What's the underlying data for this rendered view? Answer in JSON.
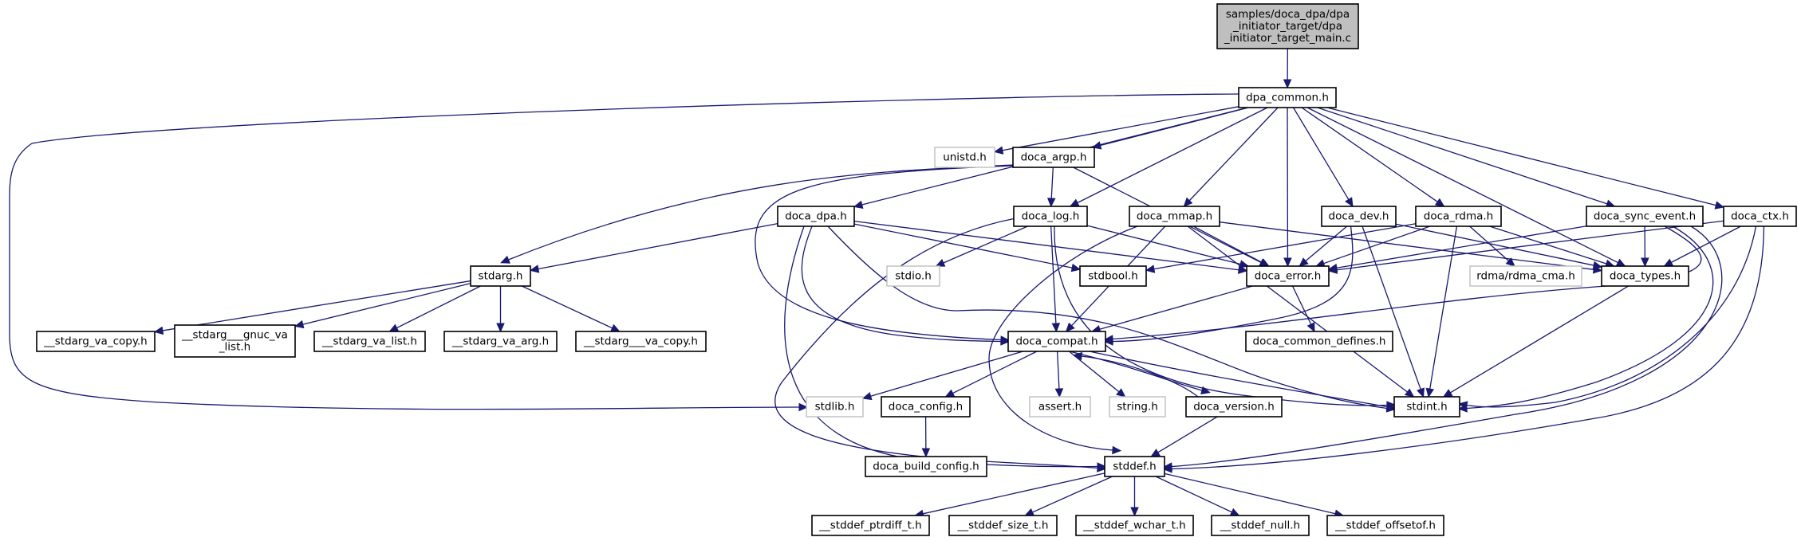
{
  "title": "Include dependency graph for dpa_initiator_target_main.c",
  "colors": {
    "edge": "#191970",
    "root_fill": "#bfbfbf",
    "node_border": "#000000",
    "external_border": "#bfbfbf"
  },
  "nodes": [
    {
      "id": "root",
      "label": [
        "samples/doca_dpa/dpa",
        "_initiator_target/dpa",
        "_initiator_target_main.c"
      ],
      "kind": "root"
    },
    {
      "id": "dpa_common",
      "label": [
        "dpa_common.h"
      ],
      "kind": "documented"
    },
    {
      "id": "unistd",
      "label": [
        "unistd.h"
      ],
      "kind": "external"
    },
    {
      "id": "doca_argp",
      "label": [
        "doca_argp.h"
      ],
      "kind": "documented"
    },
    {
      "id": "doca_dpa",
      "label": [
        "doca_dpa.h"
      ],
      "kind": "documented"
    },
    {
      "id": "doca_log",
      "label": [
        "doca_log.h"
      ],
      "kind": "documented"
    },
    {
      "id": "doca_mmap",
      "label": [
        "doca_mmap.h"
      ],
      "kind": "documented"
    },
    {
      "id": "doca_dev",
      "label": [
        "doca_dev.h"
      ],
      "kind": "documented"
    },
    {
      "id": "doca_rdma",
      "label": [
        "doca_rdma.h"
      ],
      "kind": "documented"
    },
    {
      "id": "doca_sync_event",
      "label": [
        "doca_sync_event.h"
      ],
      "kind": "documented"
    },
    {
      "id": "doca_ctx",
      "label": [
        "doca_ctx.h"
      ],
      "kind": "documented"
    },
    {
      "id": "stdarg",
      "label": [
        "stdarg.h"
      ],
      "kind": "documented"
    },
    {
      "id": "stdio",
      "label": [
        "stdio.h"
      ],
      "kind": "external"
    },
    {
      "id": "stdbool",
      "label": [
        "stdbool.h"
      ],
      "kind": "documented"
    },
    {
      "id": "doca_error",
      "label": [
        "doca_error.h"
      ],
      "kind": "documented"
    },
    {
      "id": "rdma_cma",
      "label": [
        "rdma/rdma_cma.h"
      ],
      "kind": "external"
    },
    {
      "id": "doca_types",
      "label": [
        "doca_types.h"
      ],
      "kind": "documented"
    },
    {
      "id": "stdarg_va_copy",
      "label": [
        "__stdarg_va_copy.h"
      ],
      "kind": "documented"
    },
    {
      "id": "stdarg_gnuc_va_list",
      "label": [
        "__stdarg___gnuc_va",
        "_list.h"
      ],
      "kind": "documented"
    },
    {
      "id": "stdarg_va_list",
      "label": [
        "__stdarg_va_list.h"
      ],
      "kind": "documented"
    },
    {
      "id": "stdarg_va_arg",
      "label": [
        "__stdarg_va_arg.h"
      ],
      "kind": "documented"
    },
    {
      "id": "stdarg___va_copy",
      "label": [
        "__stdarg___va_copy.h"
      ],
      "kind": "documented"
    },
    {
      "id": "doca_compat",
      "label": [
        "doca_compat.h"
      ],
      "kind": "documented"
    },
    {
      "id": "doca_common_defines",
      "label": [
        "doca_common_defines.h"
      ],
      "kind": "documented"
    },
    {
      "id": "stdlib",
      "label": [
        "stdlib.h"
      ],
      "kind": "external"
    },
    {
      "id": "doca_config",
      "label": [
        "doca_config.h"
      ],
      "kind": "documented"
    },
    {
      "id": "assert",
      "label": [
        "assert.h"
      ],
      "kind": "external"
    },
    {
      "id": "string",
      "label": [
        "string.h"
      ],
      "kind": "external"
    },
    {
      "id": "doca_version",
      "label": [
        "doca_version.h"
      ],
      "kind": "documented"
    },
    {
      "id": "stdint",
      "label": [
        "stdint.h"
      ],
      "kind": "documented"
    },
    {
      "id": "doca_build_config",
      "label": [
        "doca_build_config.h"
      ],
      "kind": "documented"
    },
    {
      "id": "stddef",
      "label": [
        "stddef.h"
      ],
      "kind": "documented"
    },
    {
      "id": "stddef_ptrdiff_t",
      "label": [
        "__stddef_ptrdiff_t.h"
      ],
      "kind": "documented"
    },
    {
      "id": "stddef_size_t",
      "label": [
        "__stddef_size_t.h"
      ],
      "kind": "documented"
    },
    {
      "id": "stddef_wchar_t",
      "label": [
        "__stddef_wchar_t.h"
      ],
      "kind": "documented"
    },
    {
      "id": "stddef_null",
      "label": [
        "__stddef_null.h"
      ],
      "kind": "documented"
    },
    {
      "id": "stddef_offsetof",
      "label": [
        "__stddef_offsetof.h"
      ],
      "kind": "documented"
    }
  ],
  "edges": [
    [
      "root",
      "dpa_common"
    ],
    [
      "dpa_common",
      "unistd"
    ],
    [
      "dpa_common",
      "doca_argp"
    ],
    [
      "dpa_common",
      "doca_dpa"
    ],
    [
      "dpa_common",
      "doca_log"
    ],
    [
      "dpa_common",
      "doca_mmap"
    ],
    [
      "dpa_common",
      "doca_error"
    ],
    [
      "dpa_common",
      "doca_dev"
    ],
    [
      "dpa_common",
      "doca_rdma"
    ],
    [
      "dpa_common",
      "doca_types"
    ],
    [
      "dpa_common",
      "doca_sync_event"
    ],
    [
      "dpa_common",
      "doca_ctx"
    ],
    [
      "dpa_common",
      "stdlib"
    ],
    [
      "doca_argp",
      "stdarg"
    ],
    [
      "doca_argp",
      "doca_log"
    ],
    [
      "doca_argp",
      "doca_error"
    ],
    [
      "doca_argp",
      "doca_compat"
    ],
    [
      "doca_dpa",
      "stdarg"
    ],
    [
      "doca_dpa",
      "stdbool"
    ],
    [
      "doca_dpa",
      "doca_error"
    ],
    [
      "doca_dpa",
      "doca_compat"
    ],
    [
      "doca_dpa",
      "stdint"
    ],
    [
      "doca_dpa",
      "stddef"
    ],
    [
      "doca_log",
      "stdio"
    ],
    [
      "doca_log",
      "doca_error"
    ],
    [
      "doca_log",
      "doca_compat"
    ],
    [
      "doca_log",
      "stdint"
    ],
    [
      "doca_log",
      "stddef"
    ],
    [
      "doca_mmap",
      "doca_error"
    ],
    [
      "doca_mmap",
      "doca_compat"
    ],
    [
      "doca_mmap",
      "doca_types"
    ],
    [
      "doca_mmap",
      "stdint"
    ],
    [
      "doca_mmap",
      "stddef"
    ],
    [
      "doca_dev",
      "doca_error"
    ],
    [
      "doca_dev",
      "doca_compat"
    ],
    [
      "doca_dev",
      "doca_types"
    ],
    [
      "doca_dev",
      "stdint"
    ],
    [
      "doca_rdma",
      "stdbool"
    ],
    [
      "doca_rdma",
      "doca_error"
    ],
    [
      "doca_rdma",
      "rdma_cma"
    ],
    [
      "doca_rdma",
      "doca_types"
    ],
    [
      "doca_rdma",
      "stdint"
    ],
    [
      "doca_sync_event",
      "doca_error"
    ],
    [
      "doca_sync_event",
      "doca_types"
    ],
    [
      "doca_sync_event",
      "doca_compat"
    ],
    [
      "doca_sync_event",
      "stdint"
    ],
    [
      "doca_sync_event",
      "stddef"
    ],
    [
      "doca_ctx",
      "doca_error"
    ],
    [
      "doca_ctx",
      "doca_types"
    ],
    [
      "doca_ctx",
      "stdint"
    ],
    [
      "doca_ctx",
      "stddef"
    ],
    [
      "stdarg",
      "stdarg_va_copy"
    ],
    [
      "stdarg",
      "stdarg_gnuc_va_list"
    ],
    [
      "stdarg",
      "stdarg_va_list"
    ],
    [
      "stdarg",
      "stdarg_va_arg"
    ],
    [
      "stdarg",
      "stdarg___va_copy"
    ],
    [
      "doca_error",
      "doca_compat"
    ],
    [
      "doca_error",
      "doca_common_defines"
    ],
    [
      "doca_types",
      "stdint"
    ],
    [
      "doca_compat",
      "stdlib"
    ],
    [
      "doca_compat",
      "doca_config"
    ],
    [
      "doca_compat",
      "assert"
    ],
    [
      "doca_compat",
      "string"
    ],
    [
      "doca_compat",
      "doca_version"
    ],
    [
      "doca_compat",
      "stdint"
    ],
    [
      "doca_version",
      "doca_compat"
    ],
    [
      "doca_version",
      "stddef"
    ],
    [
      "doca_config",
      "doca_build_config"
    ],
    [
      "stddef",
      "stddef_ptrdiff_t"
    ],
    [
      "stddef",
      "stddef_size_t"
    ],
    [
      "stddef",
      "stddef_wchar_t"
    ],
    [
      "stddef",
      "stddef_null"
    ],
    [
      "stddef",
      "stddef_offsetof"
    ]
  ]
}
